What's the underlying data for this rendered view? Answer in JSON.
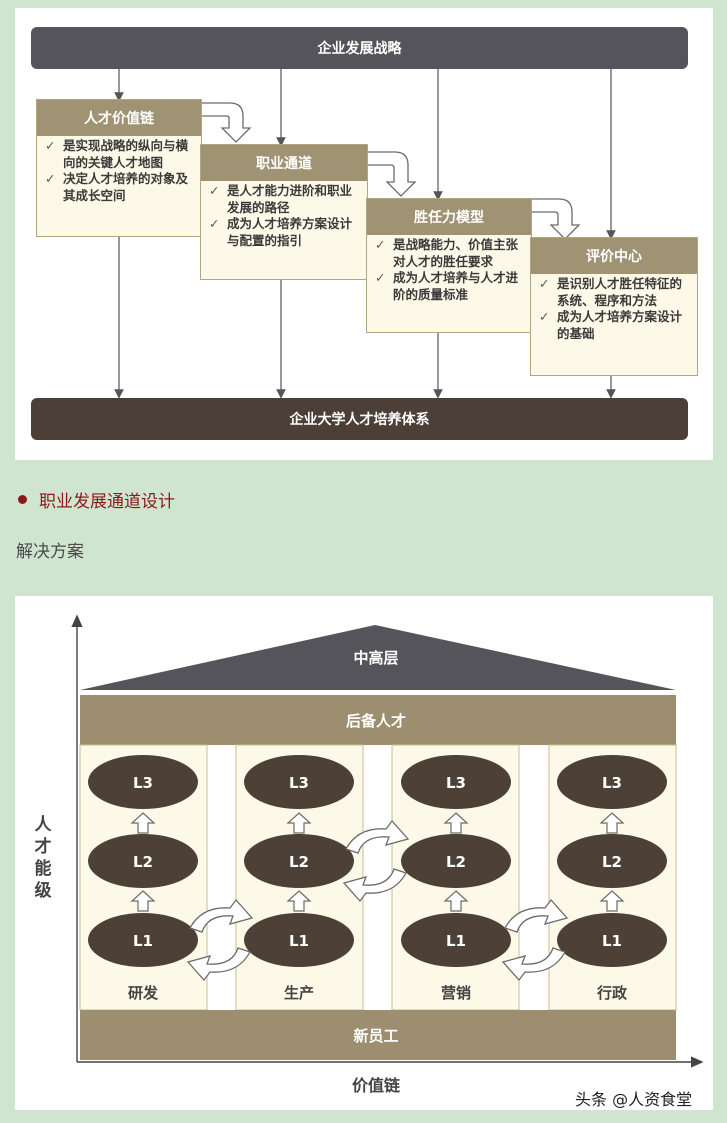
{
  "top_diagram": {
    "strategy_bar": "企业发展战略",
    "university_bar": "企业大学人才培养体系",
    "stages": [
      {
        "title": "人才价值链",
        "points": [
          "是实现战略的纵向与横向的关键人才地图",
          "决定人才培养的对象及其成长空间"
        ]
      },
      {
        "title": "职业通道",
        "points": [
          "是人才能力进阶和职业发展的路径",
          "成为人才培养方案设计与配置的指引"
        ]
      },
      {
        "title": "胜任力模型",
        "points": [
          "是战略能力、价值主张对人才的胜任要求",
          "成为人才培养与人才进阶的质量标准"
        ]
      },
      {
        "title": "评价中心",
        "points": [
          "是识别人才胜任特征的系统、程序和方法",
          "成为人才培养方案设计的基础"
        ]
      }
    ],
    "check_mark": "✓"
  },
  "section_heading": "职业发展通道设计",
  "section_subtext": "解决方案",
  "house_diagram": {
    "roof": "中高层",
    "reserve": "后备人才",
    "floor": "新员工",
    "y_axis_label": [
      "人",
      "才",
      "能",
      "级"
    ],
    "x_axis_label": "价值链",
    "levels": [
      "L3",
      "L2",
      "L1"
    ],
    "columns": [
      "研发",
      "生产",
      "营销",
      "行政"
    ]
  },
  "watermark": "头条 @人资食堂",
  "colors": {
    "strategy_bar": "#55545a",
    "university_bar": "#4b3f37",
    "stage_header": "#9f9374",
    "stage_body": "#fdf9e8",
    "house_band": "#9c8e6e",
    "ellipse": "#4d4036",
    "heading": "#8b1a1a",
    "background": "#cfe5cf"
  }
}
